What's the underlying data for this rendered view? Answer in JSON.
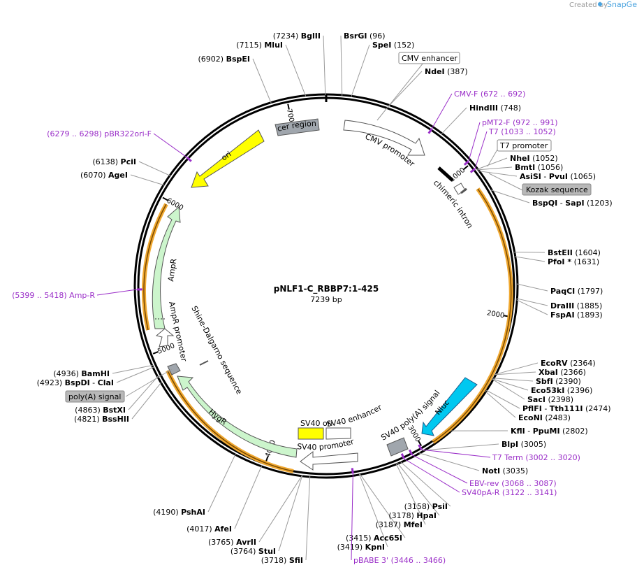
{
  "header": {
    "created_by": "Created by",
    "brand": "SnapGene"
  },
  "plasmid": {
    "name": "pNLF1-C_RBBP7:1-425",
    "length_label": "7239 bp",
    "length": 7239
  },
  "ticks": [
    "1000",
    "2000",
    "3000",
    "4000",
    "5000",
    "6000",
    "7000"
  ],
  "sites": [
    {
      "name": "BsrGI",
      "pos": "(96)",
      "bp": 96
    },
    {
      "name": "SpeI",
      "pos": "(152)",
      "bp": 152
    },
    {
      "name": "NdeI",
      "pos": "(387)",
      "bp": 387
    },
    {
      "name": "HindIII",
      "pos": "(748)",
      "bp": 748
    },
    {
      "name": "NheI",
      "pos": "(1052)",
      "bp": 1052
    },
    {
      "name": "BmtI",
      "pos": "(1056)",
      "bp": 1056
    },
    {
      "name": "AsiSI",
      "name2": "PvuI",
      "pos": "(1065)",
      "bp": 1065
    },
    {
      "name": "BspQI",
      "name2": "SapI",
      "pos": "(1203)",
      "bp": 1203
    },
    {
      "name": "BstEII",
      "pos": "(1604)",
      "bp": 1604
    },
    {
      "name": "PfoI *",
      "pos": "(1631)",
      "bp": 1631
    },
    {
      "name": "PaqCI",
      "pos": "(1797)",
      "bp": 1797
    },
    {
      "name": "DraIII",
      "pos": "(1885)",
      "bp": 1885
    },
    {
      "name": "FspAI",
      "pos": "(1893)",
      "bp": 1893
    },
    {
      "name": "EcoRV",
      "pos": "(2364)",
      "bp": 2364
    },
    {
      "name": "XbaI",
      "pos": "(2366)",
      "bp": 2366
    },
    {
      "name": "SbfI",
      "pos": "(2390)",
      "bp": 2390
    },
    {
      "name": "Eco53kI",
      "pos": "(2396)",
      "bp": 2396
    },
    {
      "name": "SacI",
      "pos": "(2398)",
      "bp": 2398
    },
    {
      "name": "PflFI",
      "name2": "Tth111I",
      "pos": "(2474)",
      "bp": 2474
    },
    {
      "name": "EcoNI",
      "pos": "(2483)",
      "bp": 2483
    },
    {
      "name": "KflI",
      "name2": "PpuMI",
      "pos": "(2802)",
      "bp": 2802
    },
    {
      "name": "BlpI",
      "pos": "(3005)",
      "bp": 3005
    },
    {
      "name": "NotI",
      "pos": "(3035)",
      "bp": 3035
    },
    {
      "name": "PsiI",
      "pos": "(3158)",
      "bp": 3158
    },
    {
      "name": "HpaI",
      "pos": "(3178)",
      "bp": 3178
    },
    {
      "name": "MfeI",
      "pos": "(3187)",
      "bp": 3187
    },
    {
      "name": "Acc65I",
      "pos": "(3415)",
      "bp": 3415
    },
    {
      "name": "KpnI",
      "pos": "(3419)",
      "bp": 3419
    },
    {
      "name": "SfiI",
      "pos": "(3718)",
      "bp": 3718
    },
    {
      "name": "StuI",
      "pos": "(3764)",
      "bp": 3764
    },
    {
      "name": "AvrII",
      "pos": "(3765)",
      "bp": 3765
    },
    {
      "name": "AfeI",
      "pos": "(4017)",
      "bp": 4017
    },
    {
      "name": "PshAI",
      "pos": "(4190)",
      "bp": 4190
    },
    {
      "name": "BssHII",
      "pos": "(4821)",
      "bp": 4821
    },
    {
      "name": "BstXI",
      "pos": "(4863)",
      "bp": 4863
    },
    {
      "name": "BspDI",
      "name2": "ClaI",
      "pos": "(4923)",
      "bp": 4923
    },
    {
      "name": "BamHI",
      "pos": "(4936)",
      "bp": 4936
    },
    {
      "name": "AgeI",
      "pos": "(6070)",
      "bp": 6070
    },
    {
      "name": "PciI",
      "pos": "(6138)",
      "bp": 6138
    },
    {
      "name": "BspEI",
      "pos": "(6902)",
      "bp": 6902
    },
    {
      "name": "MluI",
      "pos": "(7115)",
      "bp": 7115
    },
    {
      "name": "BglII",
      "pos": "(7234)",
      "bp": 7234
    }
  ],
  "primers": [
    {
      "name": "CMV-F",
      "range": "(672 .. 692)",
      "bp": 682
    },
    {
      "name": "pMT2-F",
      "range": "(972 .. 991)",
      "bp": 981
    },
    {
      "name": "T7",
      "range": "(1033 .. 1052)",
      "bp": 1042
    },
    {
      "name": "T7 Term",
      "range": "(3002 .. 3020)",
      "bp": 3011
    },
    {
      "name": "EBV-rev",
      "range": "(3068 .. 3087)",
      "bp": 3077
    },
    {
      "name": "SV40pA-R",
      "range": "(3122 .. 3141)",
      "bp": 3131
    },
    {
      "name": "pBABE 3'",
      "range": "(3446 .. 3466)",
      "bp": 3456
    },
    {
      "name": "Amp-R",
      "range": "(5399 .. 5418)",
      "bp": 5408
    },
    {
      "name": "pBR322ori-F",
      "range": "(6279 .. 6298)",
      "bp": 6288
    }
  ],
  "boxed_features": [
    "CMV enhancer",
    "T7 promoter",
    "Kozak sequence",
    "poly(A) signal"
  ],
  "features": {
    "cer_region": "cer region",
    "cmv_promoter": "CMV promoter",
    "chimeric_intron": "chimeric intron",
    "nluc": "Nluc",
    "sv40_polya": "SV40 poly(A) signal",
    "sv40_ori": "SV40 ori",
    "sv40_enhancer": "SV40 enhancer",
    "sv40_promoter": "SV40 promoter",
    "hygr": "HygR",
    "shine_dalgarno": "Shine-Dalgarno sequence",
    "ampr_promoter": "AmpR promoter",
    "ampr": "AmpR",
    "ori": "ori"
  },
  "colors": {
    "ori": "#ffff00",
    "ampr": "#ccf5cc",
    "hygr": "#ccf5cc",
    "nluc": "#00c8f0",
    "promoter": "#ffffff",
    "terminator": "#a0a6ad",
    "orf_orange": "#f0a830",
    "primer": "#9a2ec8",
    "backbone": "#000000"
  }
}
